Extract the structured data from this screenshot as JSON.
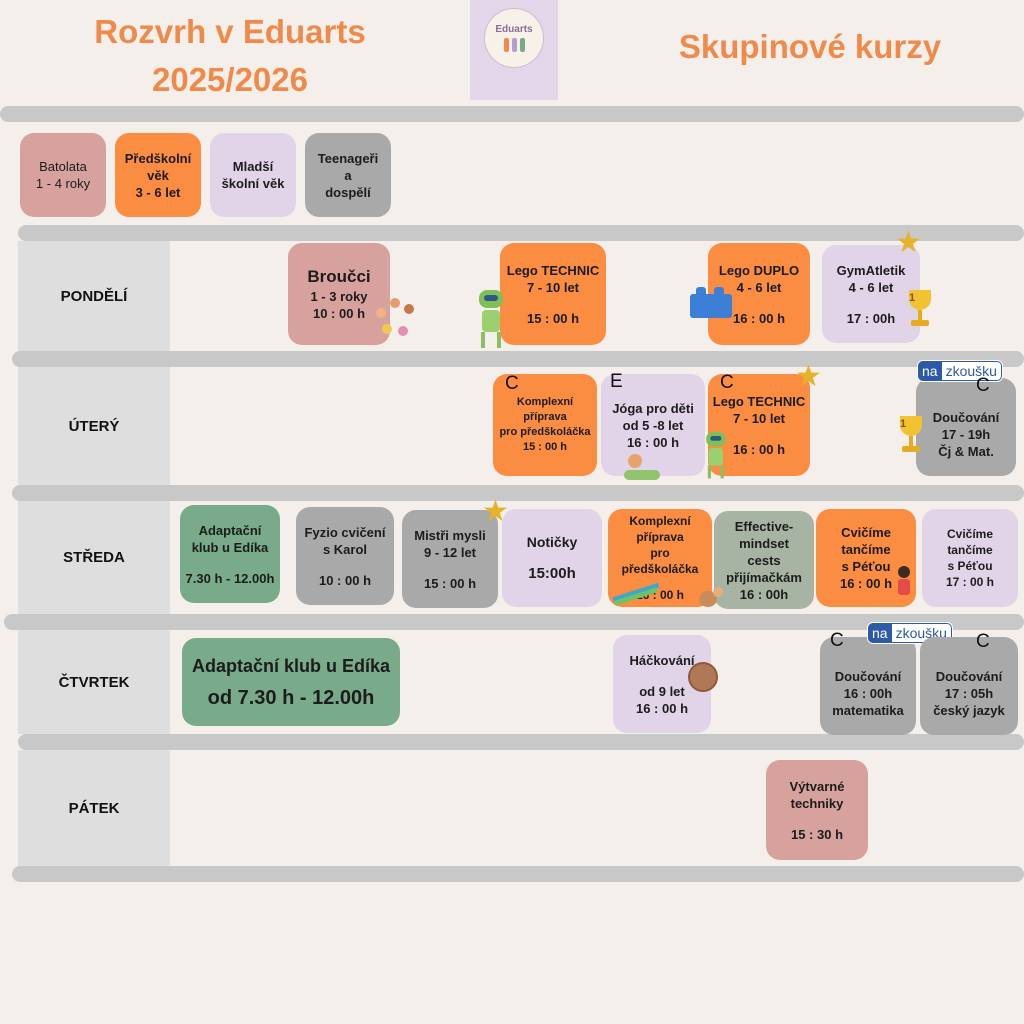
{
  "header": {
    "title_line1": "Rozvrh v Eduarts",
    "title_line2": "2025/2026",
    "subtitle": "Skupinové kurzy",
    "logo_text": "Eduarts"
  },
  "legend": [
    {
      "line1": "Batolata",
      "line2": "1 - 4 roky",
      "line3": ""
    },
    {
      "line1": "Předškolní",
      "line2": "věk",
      "line3": "3 - 6 let"
    },
    {
      "line1": "Mladší",
      "line2": "školní věk",
      "line3": ""
    },
    {
      "line1": "Teenageři",
      "line2": "a",
      "line3": "dospělí"
    }
  ],
  "days": {
    "mon": "PONDĚLÍ",
    "tue": "ÚTERÝ",
    "wed": "STŘEDA",
    "thu": "ČTVRTEK",
    "fri": "PÁTEK"
  },
  "badge": {
    "na": "na",
    "zkousku": "zkoušku"
  },
  "monday": {
    "broucci": {
      "title": "Broučci",
      "age": "1 - 3 roky",
      "time": "10 : 00 h"
    },
    "lego_technic": {
      "title": "Lego TECHNIC",
      "age": "7 - 10 let",
      "time": "15 : 00 h"
    },
    "lego_duplo": {
      "title": "Lego DUPLO",
      "age": "4 - 6 let",
      "time": "16 : 00 h"
    },
    "gymatletik": {
      "title": "GymAtletik",
      "age": "4 - 6 let",
      "time": "17 : 00h"
    }
  },
  "tuesday": {
    "komplexni": {
      "letter": "C",
      "l1": "Komplexní",
      "l2": "příprava",
      "l3": "pro předškoláčka",
      "time": "15 : 00 h"
    },
    "joga": {
      "letter": "E",
      "l1": "Jóga pro děti",
      "l2": "od 5 -8 let",
      "time": "16 : 00  h"
    },
    "lego_technic": {
      "letter": "C",
      "title": "Lego TECHNIC",
      "age": "7 - 10 let",
      "time": "16 : 00 h"
    },
    "doucovani": {
      "letter": "C",
      "title": "Doučování",
      "time": "17 - 19h",
      "subject": "Čj & Mat."
    }
  },
  "wednesday": {
    "adaptacni": {
      "l1": "Adaptační",
      "l2": "klub u Edíka",
      "time": "7.30 h - 12.00h"
    },
    "fyzio": {
      "l1": "Fyzio cvičení",
      "l2": "s Karol",
      "time": "10 : 00 h"
    },
    "mistri": {
      "l1": "Mistři mysli",
      "l2": "9 - 12 let",
      "time": "15 : 00 h"
    },
    "noticky": {
      "title": "Notičky",
      "time": "15:00h"
    },
    "komplexni": {
      "l1": "Komplexní",
      "l2": "příprava",
      "l3": "pro předškoláčka",
      "time": "16 : 00 h"
    },
    "effective": {
      "l1": "Effective-",
      "l2": "mindset",
      "l3": "cests",
      "l4": "přijímačkám",
      "time": "16 : 00h"
    },
    "cvicime1": {
      "l1": "Cvičíme",
      "l2": "tančíme",
      "l3": "s Péťou",
      "time": "16 : 00 h"
    },
    "cvicime2": {
      "l1": "Cvičíme",
      "l2": "tančíme",
      "l3": "s Péťou",
      "time": "17 : 00 h"
    }
  },
  "thursday": {
    "adaptacni": {
      "l1": "Adaptační klub u Edíka",
      "l2": "od 7.30 h - 12.00h"
    },
    "hackovani": {
      "title": "Háčkování",
      "age": "od 9 let",
      "time": "16 : 00 h"
    },
    "doucovani_mat": {
      "letter": "C",
      "title": "Doučování",
      "time": "16 : 00h",
      "subject": "matematika"
    },
    "doucovani_cj": {
      "letter": "C",
      "title": "Doučování",
      "time": "17 : 05h",
      "subject": "český jazyk"
    }
  },
  "friday": {
    "vytvarne": {
      "l1": "Výtvarné",
      "l2": "techniky",
      "time": "15 : 30 h"
    }
  },
  "colors": {
    "title": "#f08a4b",
    "toddlers": "#d7a29d",
    "preschool": "#fb8d42",
    "younger_school": "#e1d3e8",
    "teens_adults": "#a9a9a9",
    "adaptation": "#79ab8a",
    "background": "#f4efea"
  }
}
